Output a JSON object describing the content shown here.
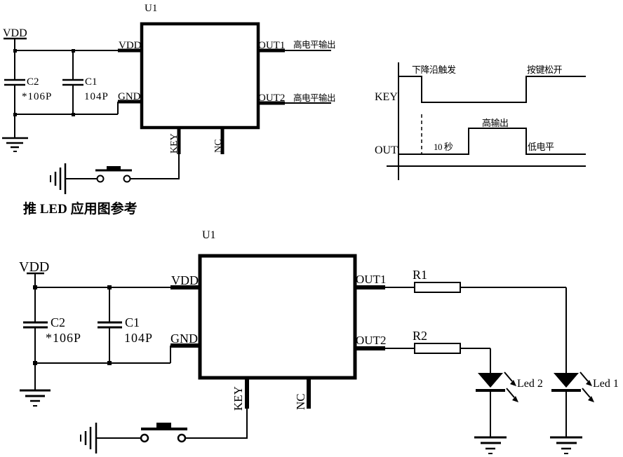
{
  "colors": {
    "ink": "#000000",
    "background": "#ffffff"
  },
  "title": "推 LED 应用图参考",
  "top_circuit": {
    "ic_ref": "U1",
    "pin_vdd": "VDD",
    "pin_gnd": "GND",
    "pin_out1": "OUT1",
    "pin_out2": "OUT2",
    "pin_key": "KEY",
    "pin_nc": "NC",
    "power_rail": "VDD",
    "cap2_ref": "C2",
    "cap2_value": "*106P",
    "cap1_ref": "C1",
    "cap1_value": "104P",
    "out1_note": "高电平输出",
    "out2_note": "高电平输出"
  },
  "timing_diagram": {
    "key_label": "KEY",
    "out_label": "OUT",
    "falling_edge_note": "下降沿触发",
    "key_release_note": "按键松开",
    "high_output_note": "高输出",
    "delay_note": "10 秒",
    "low_level_note": "低电平"
  },
  "bottom_circuit": {
    "ic_ref": "U1",
    "pin_vdd": "VDD",
    "pin_gnd": "GND",
    "pin_out1": "OUT1",
    "pin_out2": "OUT2",
    "pin_key": "KEY",
    "pin_nc": "NC",
    "power_rail": "VDD",
    "cap2_ref": "C2",
    "cap2_value": "*106P",
    "cap1_ref": "C1",
    "cap1_value": "104P",
    "res1_ref": "R1",
    "res2_ref": "R2",
    "led2_ref": "Led 2",
    "led1_ref": "Led 1"
  }
}
